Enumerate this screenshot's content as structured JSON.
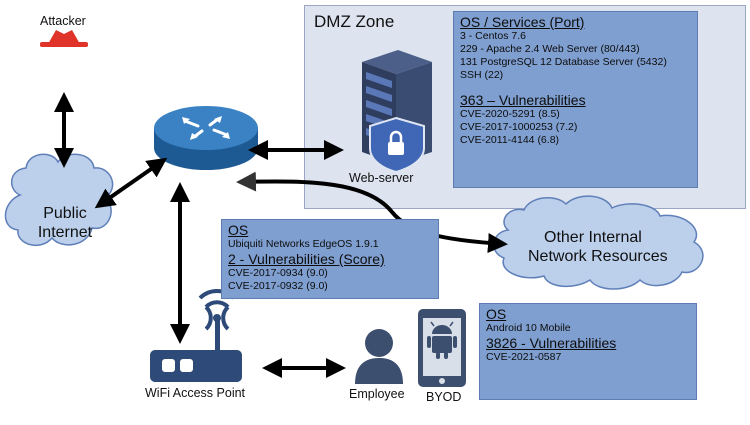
{
  "dmz": {
    "label": "DMZ Zone"
  },
  "labels": {
    "attacker": "Attacker",
    "public_internet_line1": "Public",
    "public_internet_line2": "Internet",
    "web_server": "Web-server",
    "other_line1": "Other Internal",
    "other_line2": "Network Resources",
    "wifi_ap": "WiFi Access Point",
    "employee": "Employee",
    "byod": "BYOD"
  },
  "server_box": {
    "heading1": "OS / Services (Port)",
    "lines1": [
      "3 - Centos 7.6",
      "229 - Apache 2.4 Web Server (80/443)",
      "131 PostgreSQL 12 Database Server (5432)",
      "SSH (22)"
    ],
    "heading2": "363 – Vulnerabilities",
    "lines2": [
      "CVE-2020-5291 (8.5)",
      "CVE-2017-1000253 (7.2)",
      "CVE-2011-4144 (6.8)"
    ]
  },
  "router_box": {
    "heading1": "OS",
    "lines1": [
      "Ubiquiti Networks EdgeOS 1.9.1"
    ],
    "heading2": "2 - Vulnerabilities (Score)",
    "lines2": [
      "CVE-2017-0934 (9.0)",
      "CVE-2017-0932 (9.0)"
    ]
  },
  "byod_box": {
    "heading1": "OS",
    "lines1": [
      "Android 10 Mobile"
    ],
    "heading2": "3826 - Vulnerabilities",
    "lines2": [
      "CVE-2021-0587"
    ]
  },
  "colors": {
    "cloud_fill": "#bcd0ec",
    "cloud_stroke": "#5f7fb8",
    "info_fill": "#7f9fd0",
    "icon_dark": "#3d4f6f",
    "router": "#2f6fb0",
    "attacker": "#e0332a"
  }
}
